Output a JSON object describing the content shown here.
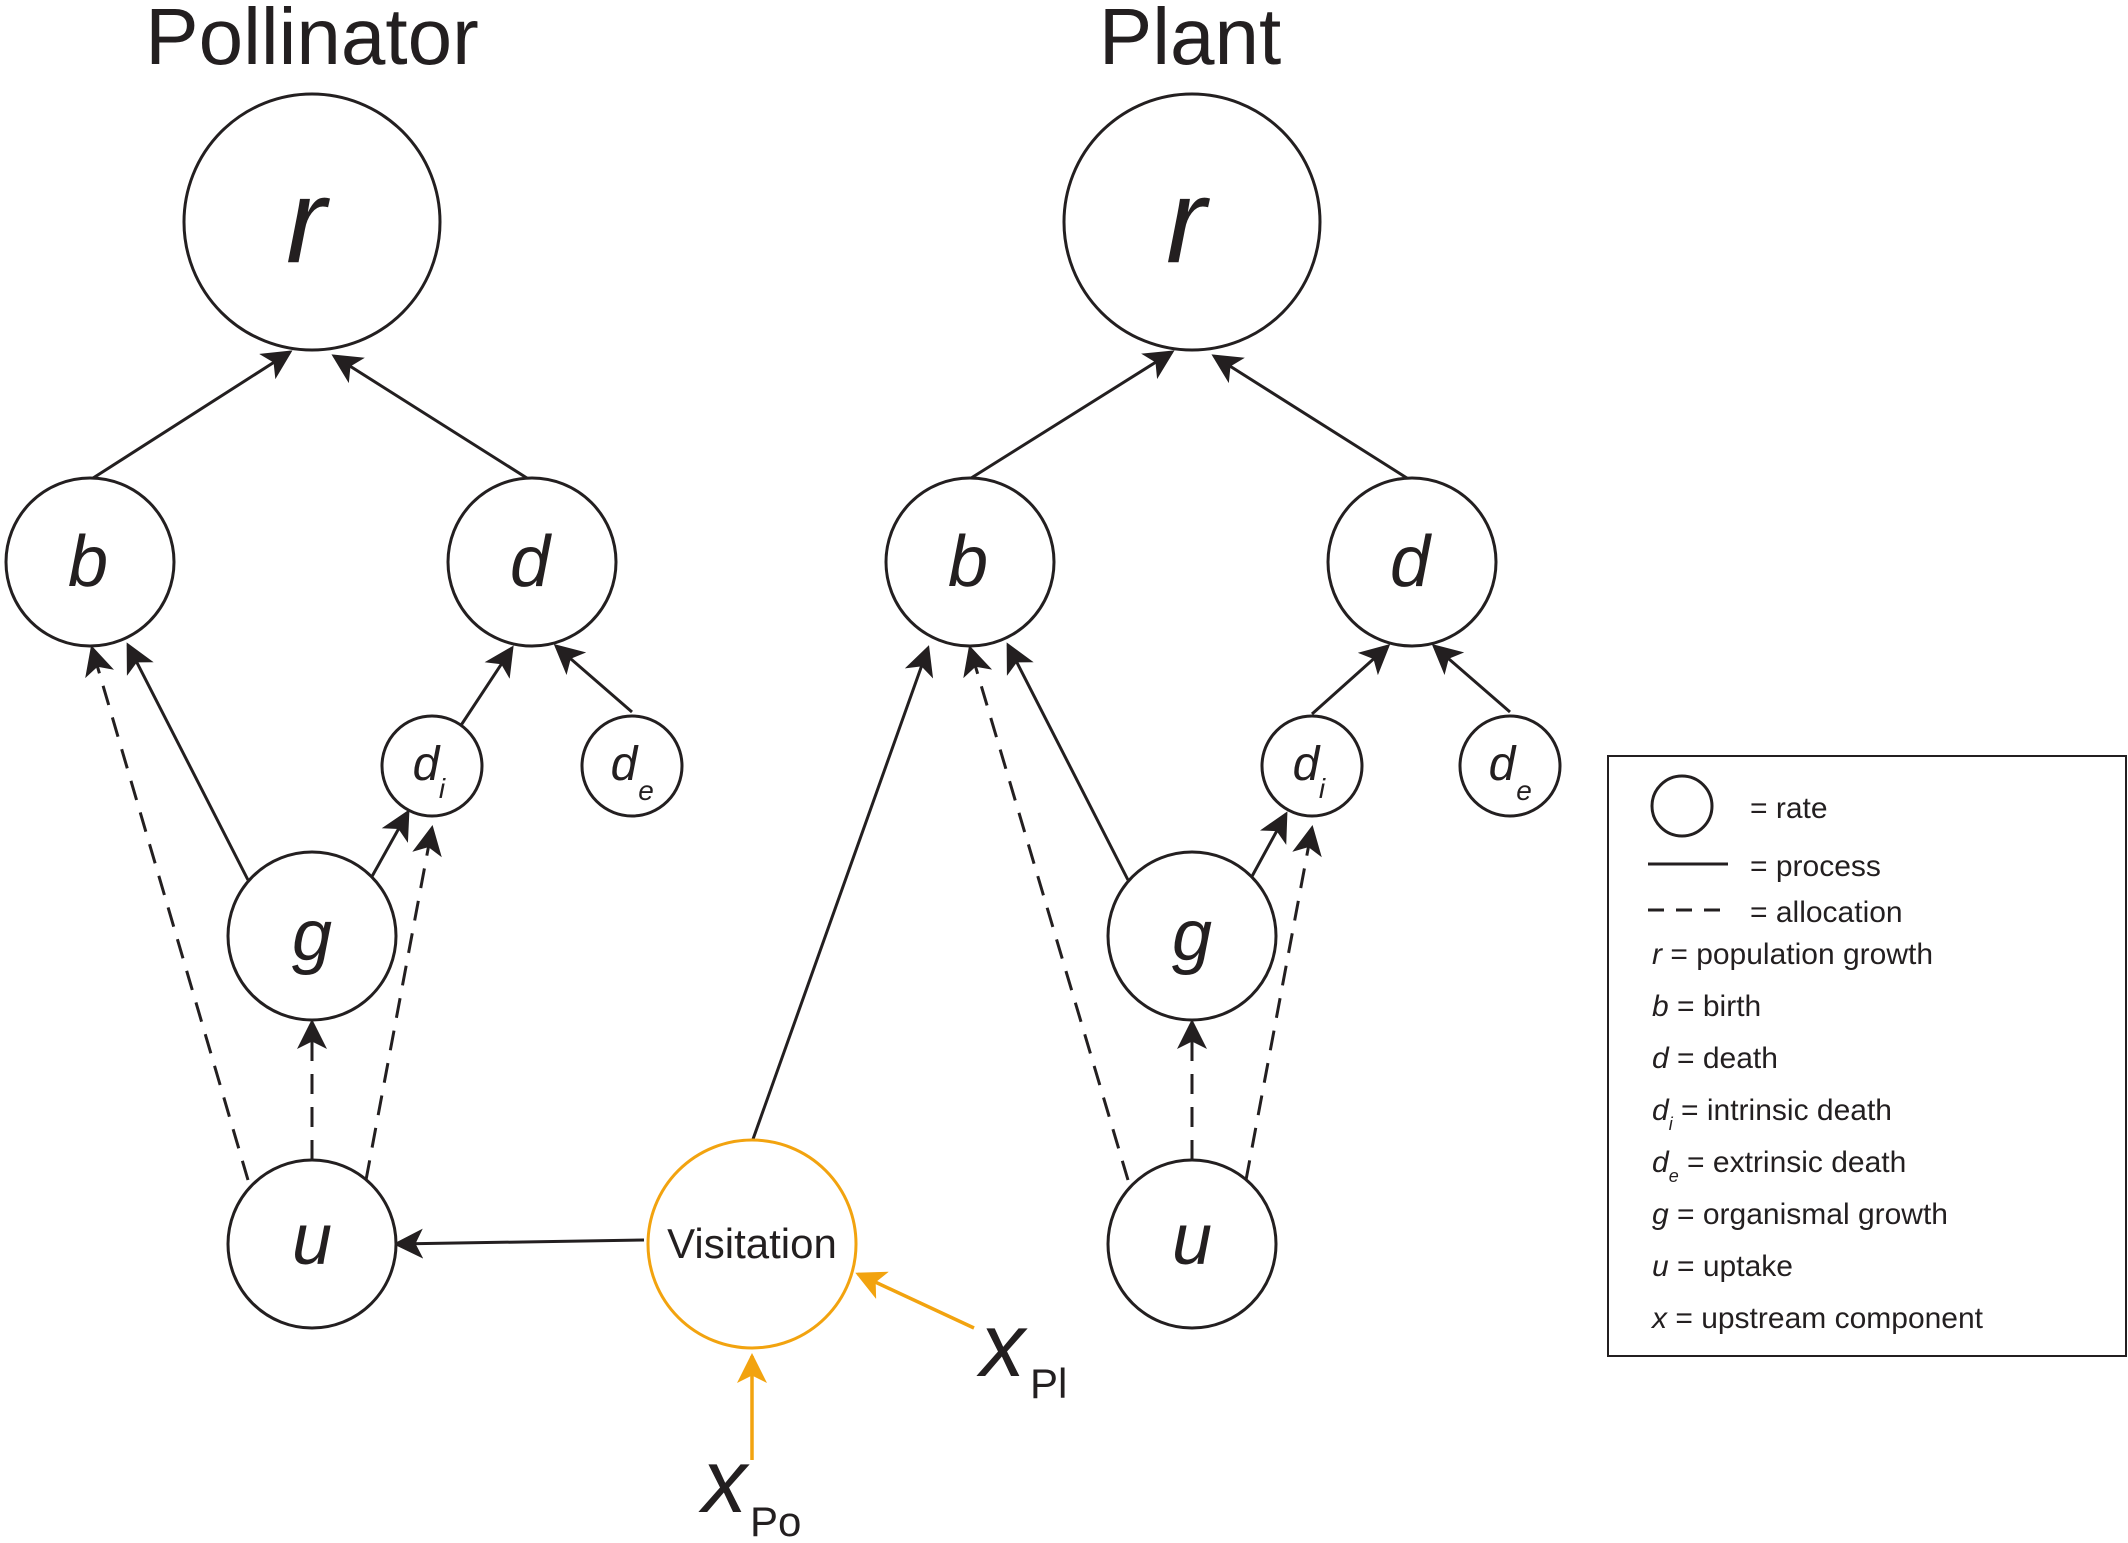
{
  "titles": {
    "pollinator": "Pollinator",
    "plant": "Plant"
  },
  "nodes": {
    "r": "r",
    "b": "b",
    "d": "d",
    "di_main": "d",
    "di_sub": "i",
    "de_main": "d",
    "de_sub": "e",
    "g": "g",
    "u": "u",
    "visitation": "Visitation"
  },
  "inputs": {
    "x_pl_main": "x",
    "x_pl_sub": "Pl",
    "x_po_main": "x",
    "x_po_sub": "Po"
  },
  "colors": {
    "ink": "#231f20",
    "visitation": "#f2a30f"
  },
  "legend": {
    "rate": "= rate",
    "process": "= process",
    "allocation": "= allocation",
    "r_sym": "r",
    "r_desc": " = population growth",
    "b_sym": "b",
    "b_desc": " = birth",
    "d_sym": "d",
    "d_desc": " = death",
    "di_sym": "d",
    "di_sub": "i",
    "di_desc": " = intrinsic death",
    "de_sym": "d",
    "de_sub": "e",
    "de_desc": " = extrinsic death",
    "g_sym": "g",
    "g_desc": " = organismal growth",
    "u_sym": "u",
    "u_desc": " = uptake",
    "x_sym": "x",
    "x_desc": " = upstream component"
  }
}
